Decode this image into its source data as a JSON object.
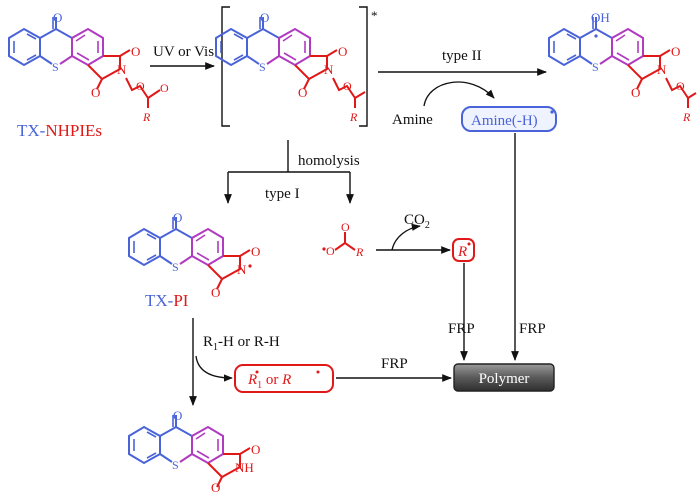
{
  "colors": {
    "blue": "#4a63d8",
    "purple": "#b03ac0",
    "red": "#e01818",
    "black": "#111111",
    "amine_box_fill": "#eef3ff",
    "polymer_fill": "#555555"
  },
  "compounds": {
    "tx_nhpies_label_prefix": "TX-",
    "tx_nhpies_label_suffix": "NHPIEs",
    "tx_pi_label_prefix": "TX-",
    "tx_pi_label_suffix": "PI",
    "atom_S": "S",
    "atom_O": "O",
    "atom_N": "N",
    "atom_R": "R",
    "atom_NH": "NH",
    "atom_OH": "OH",
    "excited_mark": "*"
  },
  "arrows": {
    "uv_vis": "UV or Vis",
    "type_ii": "type II",
    "homolysis": "homolysis",
    "type_i": "type I",
    "co2": "CO",
    "co2_sub": "2",
    "r1h_a": "R",
    "r1h_sub": "1",
    "r1h_b": "-H or R-H",
    "frp_left": "FRP",
    "frp_right": "FRP",
    "frp_bottom": "FRP"
  },
  "species": {
    "amine": "Amine",
    "amine_radical": "Amine(-H)",
    "r_radical": "R",
    "r1_a": "R",
    "r1_sub": "1",
    "r1_or": " or ",
    "r1_b": "R",
    "polymer": "Polymer"
  }
}
